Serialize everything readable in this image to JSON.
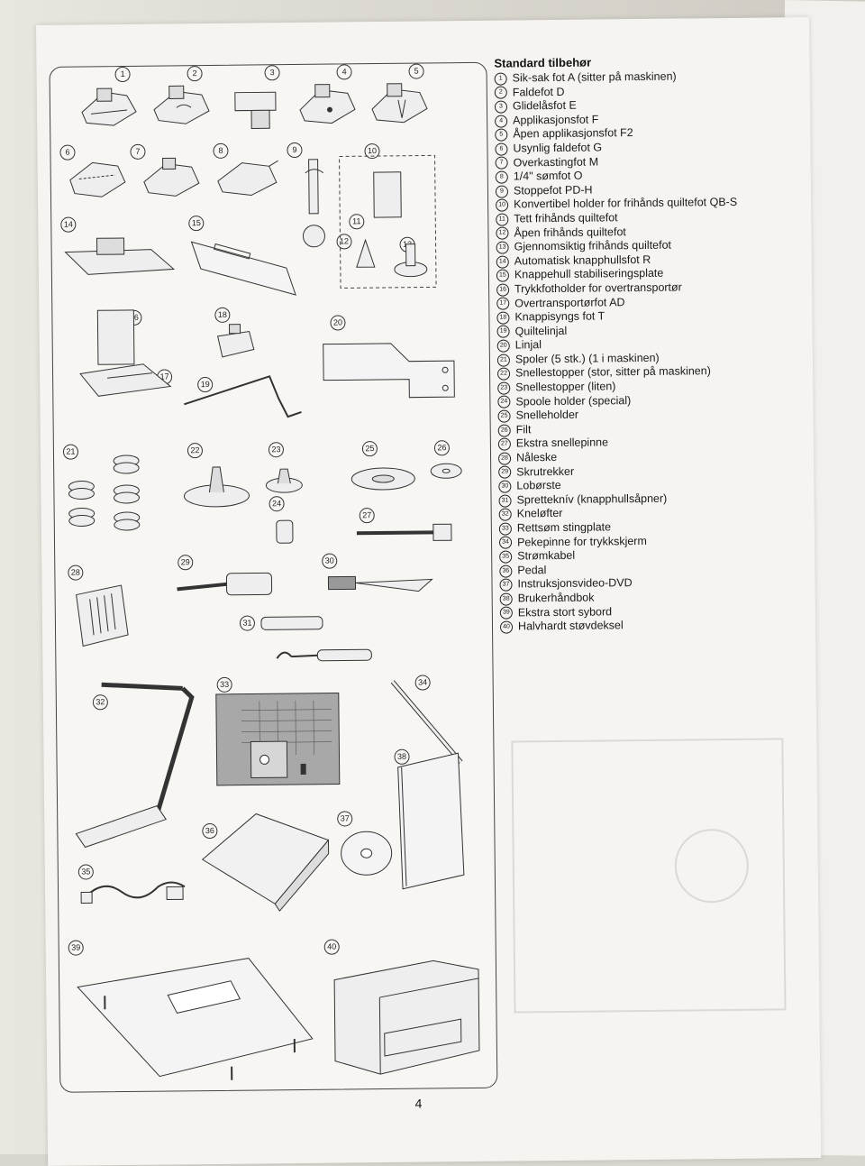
{
  "document": {
    "heading": "Standard tilbehør",
    "page_number": "4",
    "items": [
      {
        "num": "1",
        "label": "Sik-sak fot A (sitter på maskinen)"
      },
      {
        "num": "2",
        "label": "Faldefot D"
      },
      {
        "num": "3",
        "label": "Glidelåsfot E"
      },
      {
        "num": "4",
        "label": "Applikasjonsfot F"
      },
      {
        "num": "5",
        "label": "Åpen applikasjonsfot F2"
      },
      {
        "num": "6",
        "label": "Usynlig faldefot G"
      },
      {
        "num": "7",
        "label": "Overkastingfot M"
      },
      {
        "num": "8",
        "label": "1/4\" sømfot O"
      },
      {
        "num": "9",
        "label": "Stoppefot PD-H"
      },
      {
        "num": "10",
        "label": "Konvertibel holder for frihånds quiltefot QB-S"
      },
      {
        "num": "11",
        "label": "Tett frihånds quiltefot"
      },
      {
        "num": "12",
        "label": "Åpen frihånds quiltefot"
      },
      {
        "num": "13",
        "label": "Gjennomsiktig frihånds quiltefot"
      },
      {
        "num": "14",
        "label": "Automatisk knapphullsfot R"
      },
      {
        "num": "15",
        "label": "Knappehull stabiliseringsplate"
      },
      {
        "num": "16",
        "label": "Trykkfotholder for overtransportør"
      },
      {
        "num": "17",
        "label": "Overtransportørfot AD"
      },
      {
        "num": "18",
        "label": "Knappisyngs fot T"
      },
      {
        "num": "19",
        "label": "Quiltelinjal"
      },
      {
        "num": "20",
        "label": "Linjal"
      },
      {
        "num": "21",
        "label": "Spoler (5 stk.) (1 i maskinen)"
      },
      {
        "num": "22",
        "label": "Snellestopper (stor, sitter på maskinen)"
      },
      {
        "num": "23",
        "label": "Snellestopper (liten)"
      },
      {
        "num": "24",
        "label": "Spoole holder (special)"
      },
      {
        "num": "25",
        "label": "Snelleholder"
      },
      {
        "num": "26",
        "label": "Filt"
      },
      {
        "num": "27",
        "label": "Ekstra snellepinne"
      },
      {
        "num": "28",
        "label": "Nåleske"
      },
      {
        "num": "29",
        "label": "Skrutrekker"
      },
      {
        "num": "30",
        "label": "Lobørste"
      },
      {
        "num": "31",
        "label": "Spretteknív (knapphullsåpner)"
      },
      {
        "num": "32",
        "label": "Kneløfter"
      },
      {
        "num": "33",
        "label": "Rettsøm stingplate"
      },
      {
        "num": "34",
        "label": "Pekepinne for trykkskjerm"
      },
      {
        "num": "35",
        "label": "Strømkabel"
      },
      {
        "num": "36",
        "label": "Pedal"
      },
      {
        "num": "37",
        "label": "Instruksjonsvideo-DVD"
      },
      {
        "num": "38",
        "label": "Brukerhåndbok"
      },
      {
        "num": "39",
        "label": "Ekstra stort sybord"
      },
      {
        "num": "40",
        "label": "Halvhardt støvdeksel"
      }
    ]
  }
}
